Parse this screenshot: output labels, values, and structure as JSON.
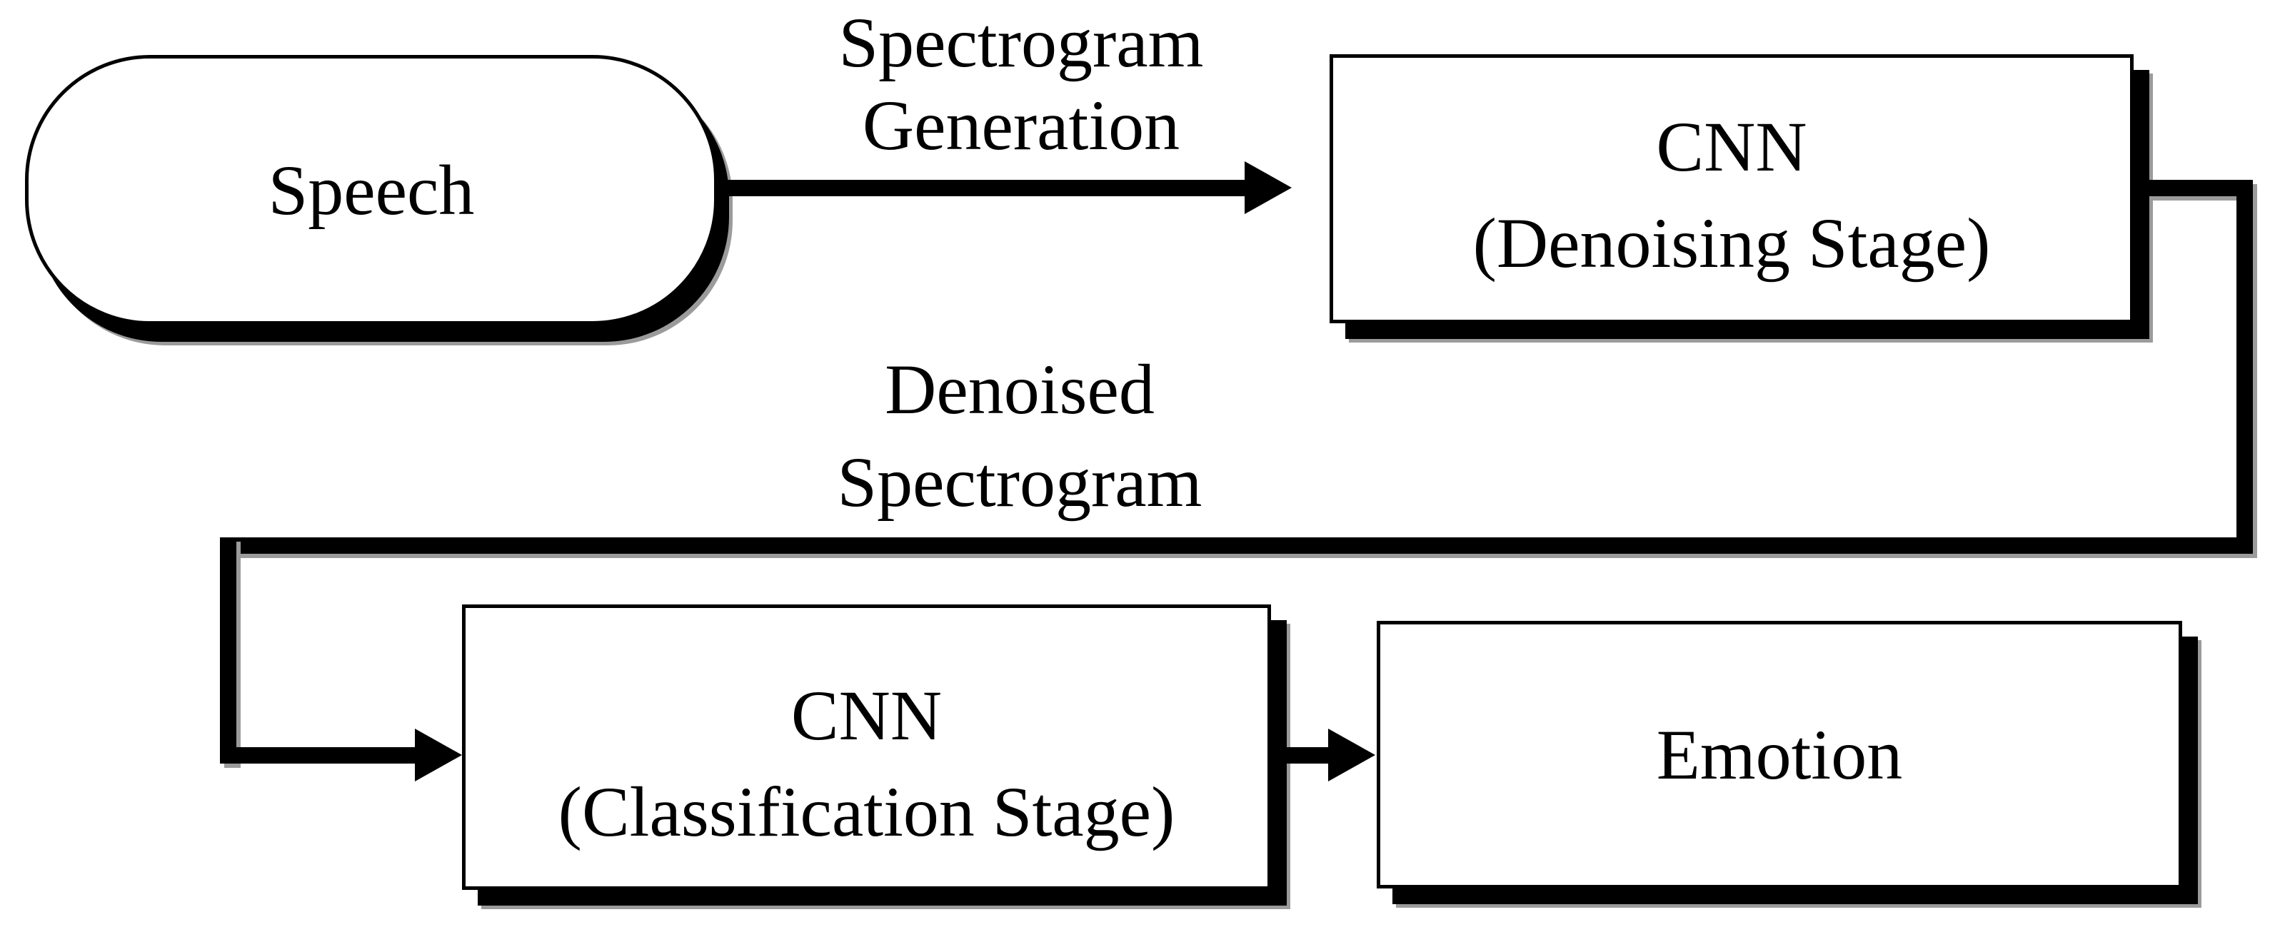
{
  "diagram": {
    "background_color": "#ffffff",
    "line_color": "#000000",
    "shadow_color": "#9b9b9b",
    "nodes": {
      "speech": {
        "shape": "stadium",
        "label": "Speech"
      },
      "cnn_denoising": {
        "shape": "rectangle",
        "line1": "CNN",
        "line2": "(Denoising Stage)"
      },
      "cnn_classification": {
        "shape": "rectangle",
        "line1": "CNN",
        "line2": "(Classification Stage)"
      },
      "emotion": {
        "shape": "rectangle",
        "label": "Emotion"
      }
    },
    "edges": {
      "speech_to_denoising": {
        "label_line1": "Spectrogram",
        "label_line2": "Generation"
      },
      "denoising_to_classification": {
        "label_line1": "Denoised",
        "label_line2": "Spectrogram"
      },
      "classification_to_emotion": {}
    }
  }
}
